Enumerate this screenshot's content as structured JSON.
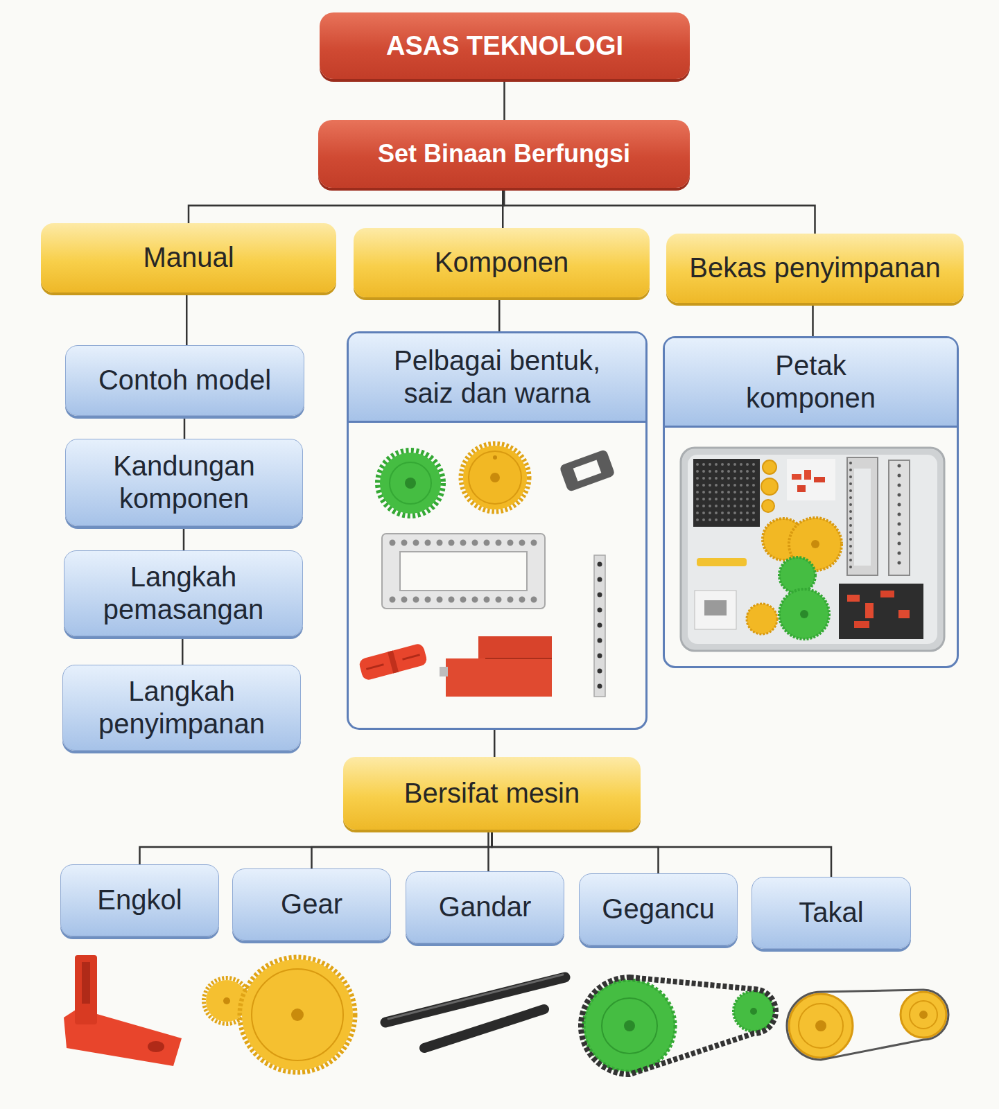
{
  "diagram": {
    "nodes": [
      {
        "text": [
          "ASAS TEKNOLOGI"
        ]
      },
      {
        "text": [
          "Set Binaan Berfungsi"
        ]
      },
      {
        "text": [
          "Manual"
        ]
      },
      {
        "text": [
          "Komponen"
        ]
      },
      {
        "text": [
          "Bekas penyimpanan"
        ]
      },
      {
        "text": [
          "Contoh model"
        ]
      },
      {
        "text": [
          "Kandungan komponen"
        ]
      },
      {
        "text": [
          "Langkah pemasangan"
        ]
      },
      {
        "text": [
          "Langkah penyimpanan"
        ]
      },
      {
        "text": [
          "Pelbagai bentuk, saiz dan warna"
        ]
      },
      {
        "text": [
          "Petak komponen"
        ]
      },
      {
        "text": [
          "Bersifat mesin"
        ]
      },
      {
        "text": [
          "Engkol"
        ]
      },
      {
        "text": [
          "Gear"
        ]
      },
      {
        "text": [
          "Gandar"
        ]
      },
      {
        "text": [
          "Gegancu"
        ]
      },
      {
        "text": [
          "Takal"
        ]
      }
    ],
    "edges": [
      {
        "from": 0,
        "to": 1,
        "arrow": "none"
      },
      {
        "from": 1,
        "to": 2,
        "arrow": "none"
      },
      {
        "from": 1,
        "to": 3,
        "arrow": "none"
      },
      {
        "from": 1,
        "to": 4,
        "arrow": "none"
      },
      {
        "from": 2,
        "to": 5,
        "arrow": "none"
      },
      {
        "from": 5,
        "to": 6,
        "arrow": "none"
      },
      {
        "from": 6,
        "to": 7,
        "arrow": "none"
      },
      {
        "from": 7,
        "to": 8,
        "arrow": "none"
      },
      {
        "from": 3,
        "to": 9,
        "arrow": "none"
      },
      {
        "from": 4,
        "to": 10,
        "arrow": "none"
      },
      {
        "from": 9,
        "to": 11,
        "arrow": "none"
      },
      {
        "from": 11,
        "to": 12,
        "arrow": "none"
      },
      {
        "from": 11,
        "to": 13,
        "arrow": "none"
      },
      {
        "from": 11,
        "to": 14,
        "arrow": "none"
      },
      {
        "from": 11,
        "to": 15,
        "arrow": "none"
      },
      {
        "from": 11,
        "to": 16,
        "arrow": "none"
      }
    ]
  }
}
